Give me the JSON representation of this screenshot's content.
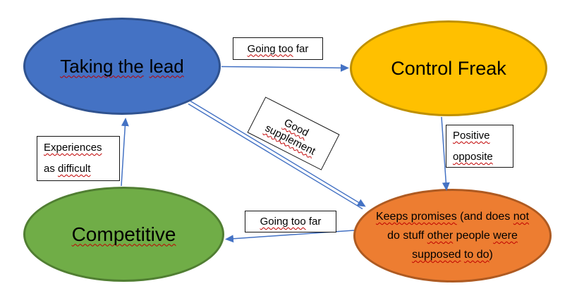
{
  "colors": {
    "arrow": "#4472C4",
    "squiggle": "#C00000",
    "box_border": "#141414"
  },
  "nodes": {
    "taking_the_lead": {
      "seg1": "Taking the",
      "seg2": "lead",
      "fill": "#4472C4",
      "border": "#2F528F"
    },
    "control_freak": {
      "label": "Control Freak",
      "fill": "#FFC000",
      "border": "#BF9000"
    },
    "competitive": {
      "label": "Competitive",
      "fill": "#70AD47",
      "border": "#507E32"
    },
    "keeps_promises": {
      "fill": "#ED7D31",
      "border": "#AE5A21",
      "line1": {
        "s1": "Keeps promises",
        "s2": " (and does ",
        "s3": "not"
      },
      "line2": {
        "s1": "do stuff ",
        "s2": "other",
        "s3": " people ",
        "s4": "were"
      },
      "line3": {
        "s1": "supposed",
        "s2": " ",
        "s3": "to do",
        "s4": ")"
      }
    }
  },
  "labels": {
    "going_too_far_top": {
      "flagged": "Going too",
      "rest": " far"
    },
    "going_too_far_bottom": {
      "flagged": "Going too",
      "rest": " far"
    },
    "experiences": {
      "line1": "Experiences",
      "line2_plain": "as ",
      "line2_flagged": "difficult"
    },
    "positive_opposite": {
      "line1": "Positive",
      "line2": "opposite"
    },
    "good_supplement": {
      "word1": "Good",
      "word2": "supplement"
    }
  }
}
